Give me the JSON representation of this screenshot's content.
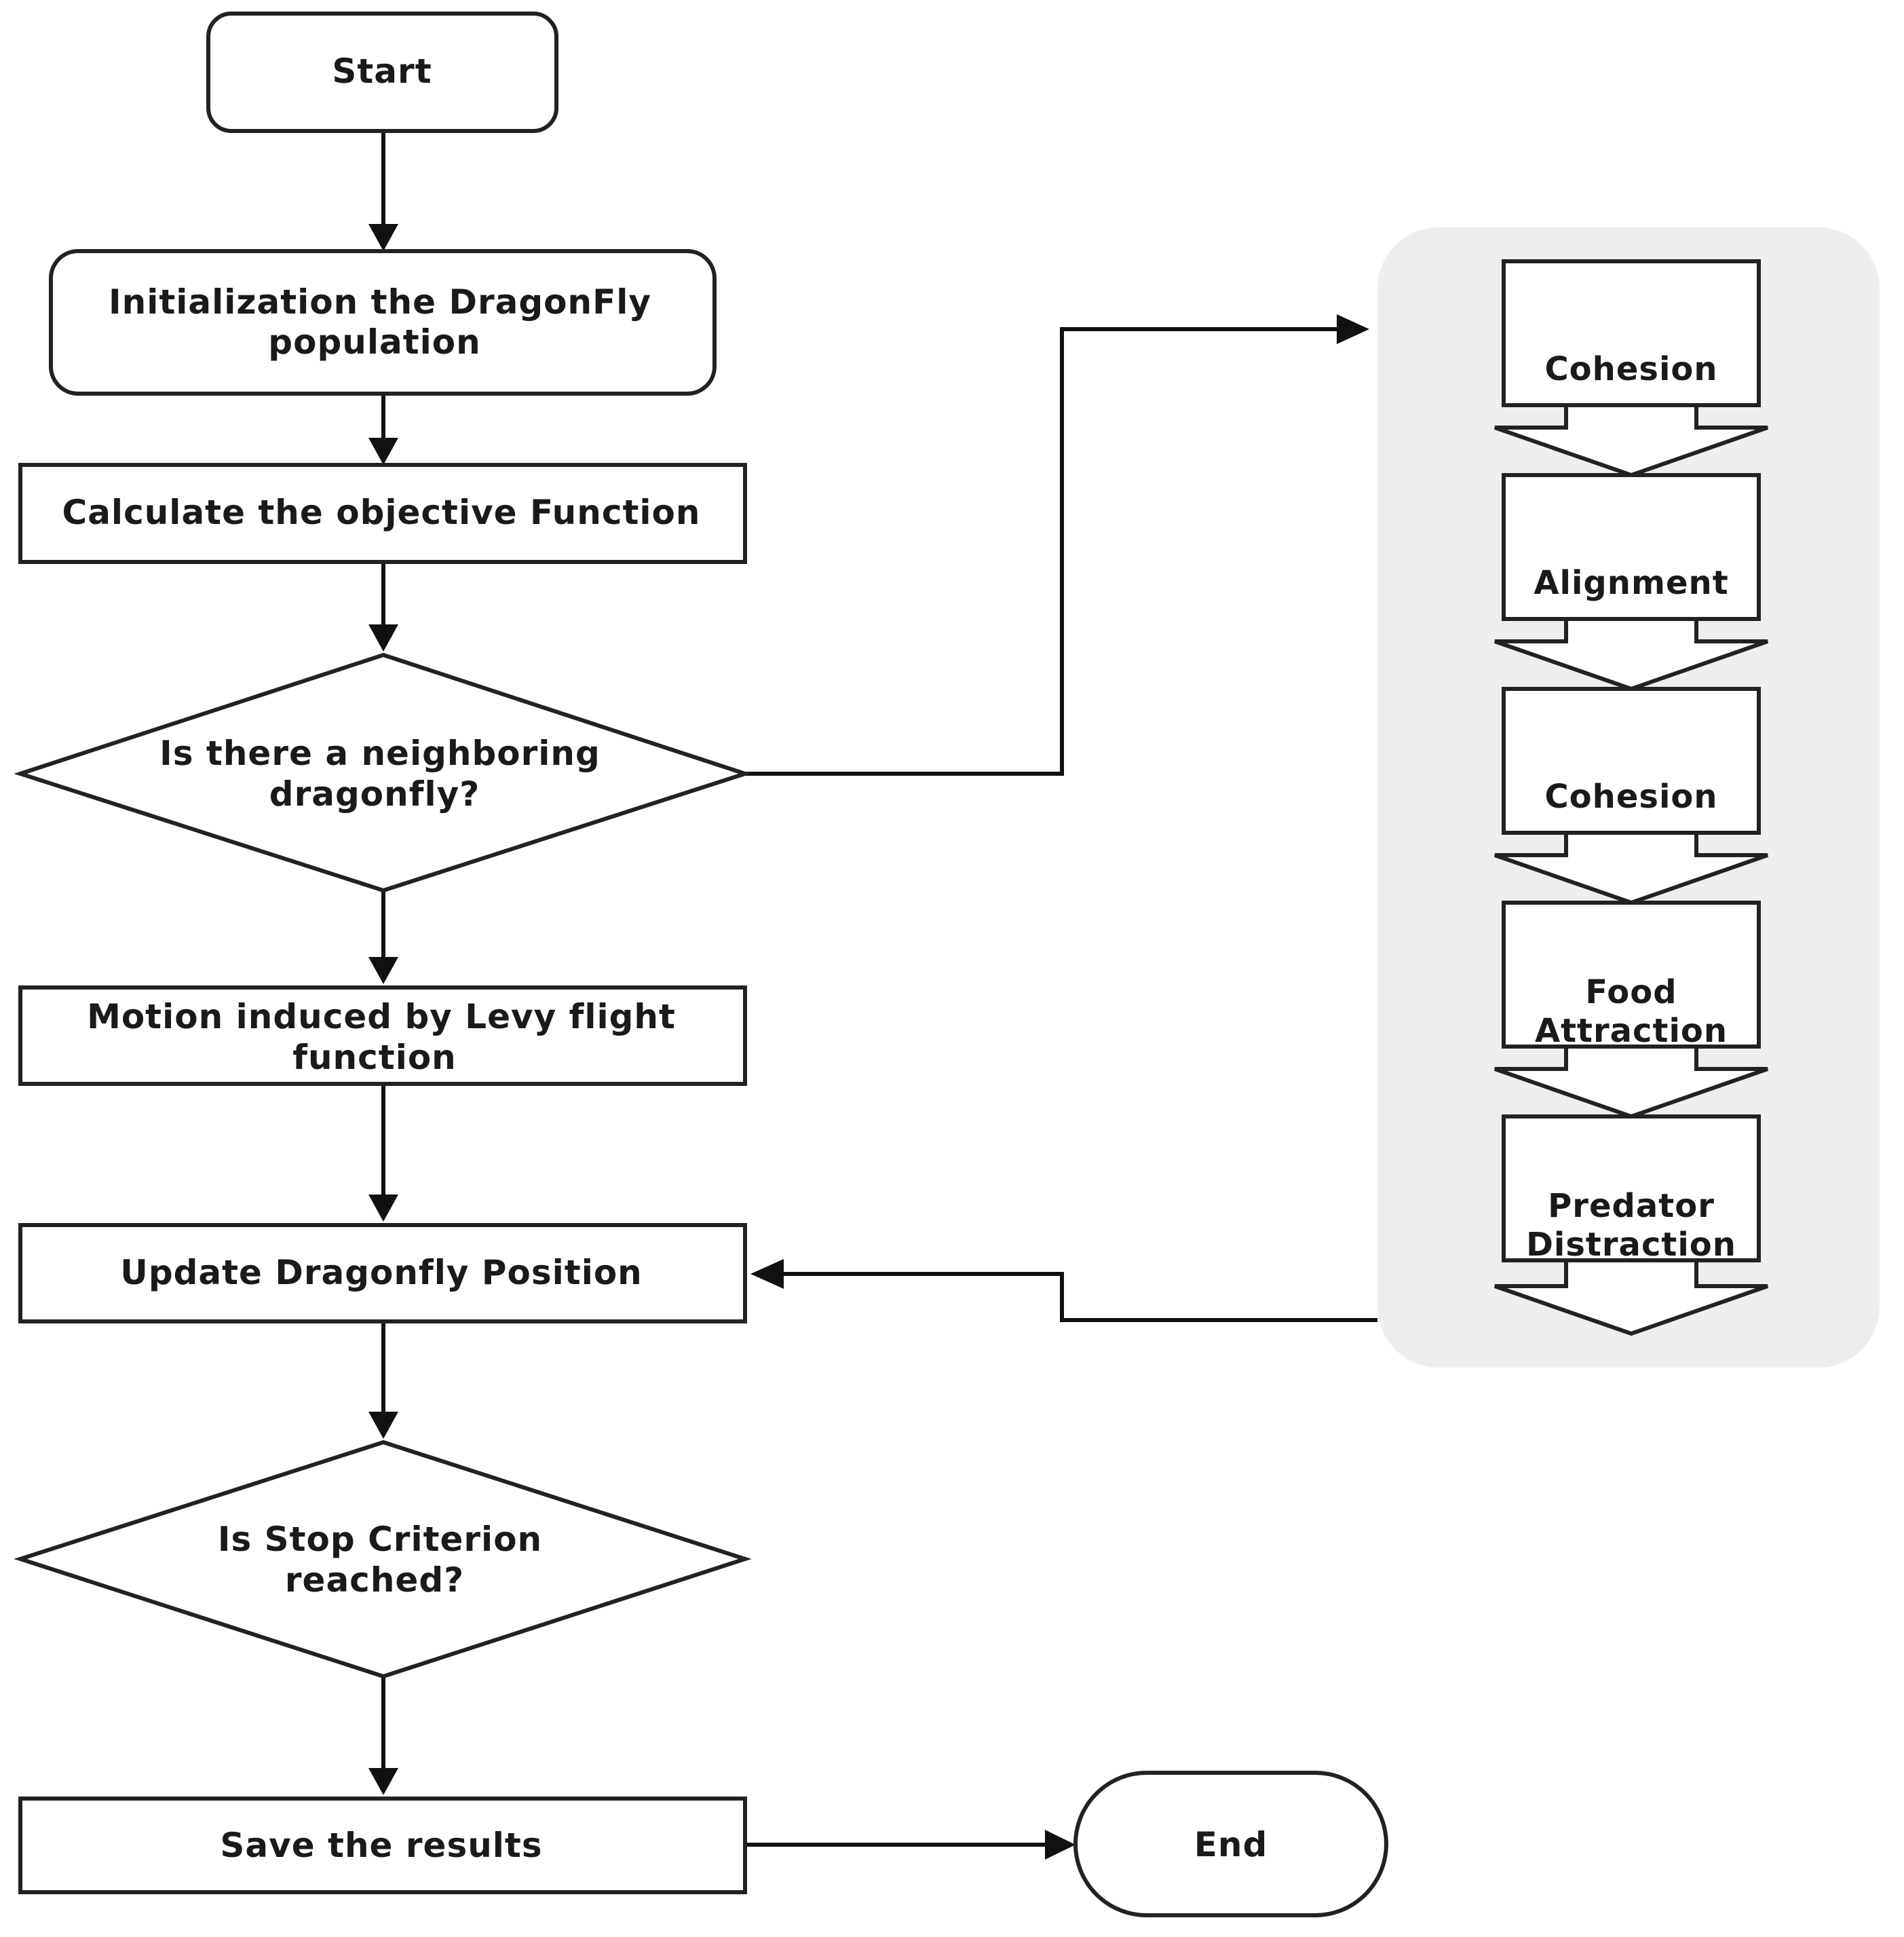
{
  "nodes": {
    "start": "Start",
    "init_line1": "Initialization the DragonFly",
    "init_line2": "population",
    "calculate": "Calculate the objective Function",
    "neighbor_line1": "Is there a neighboring",
    "neighbor_line2": "dragonfly?",
    "levy_line1": "Motion induced by Levy flight",
    "levy_line2": "function",
    "update": "Update Dragonfly Position",
    "stop_line1": "Is Stop Criterion",
    "stop_line2": "reached?",
    "save": "Save the results",
    "end": "End"
  },
  "behaviors": {
    "step1": "Cohesion",
    "step2": "Alignment",
    "step3": "Cohesion",
    "step4_line1": "Food",
    "step4_line2": "Attraction",
    "step5_line1": "Predator",
    "step5_line2": "Distraction"
  }
}
